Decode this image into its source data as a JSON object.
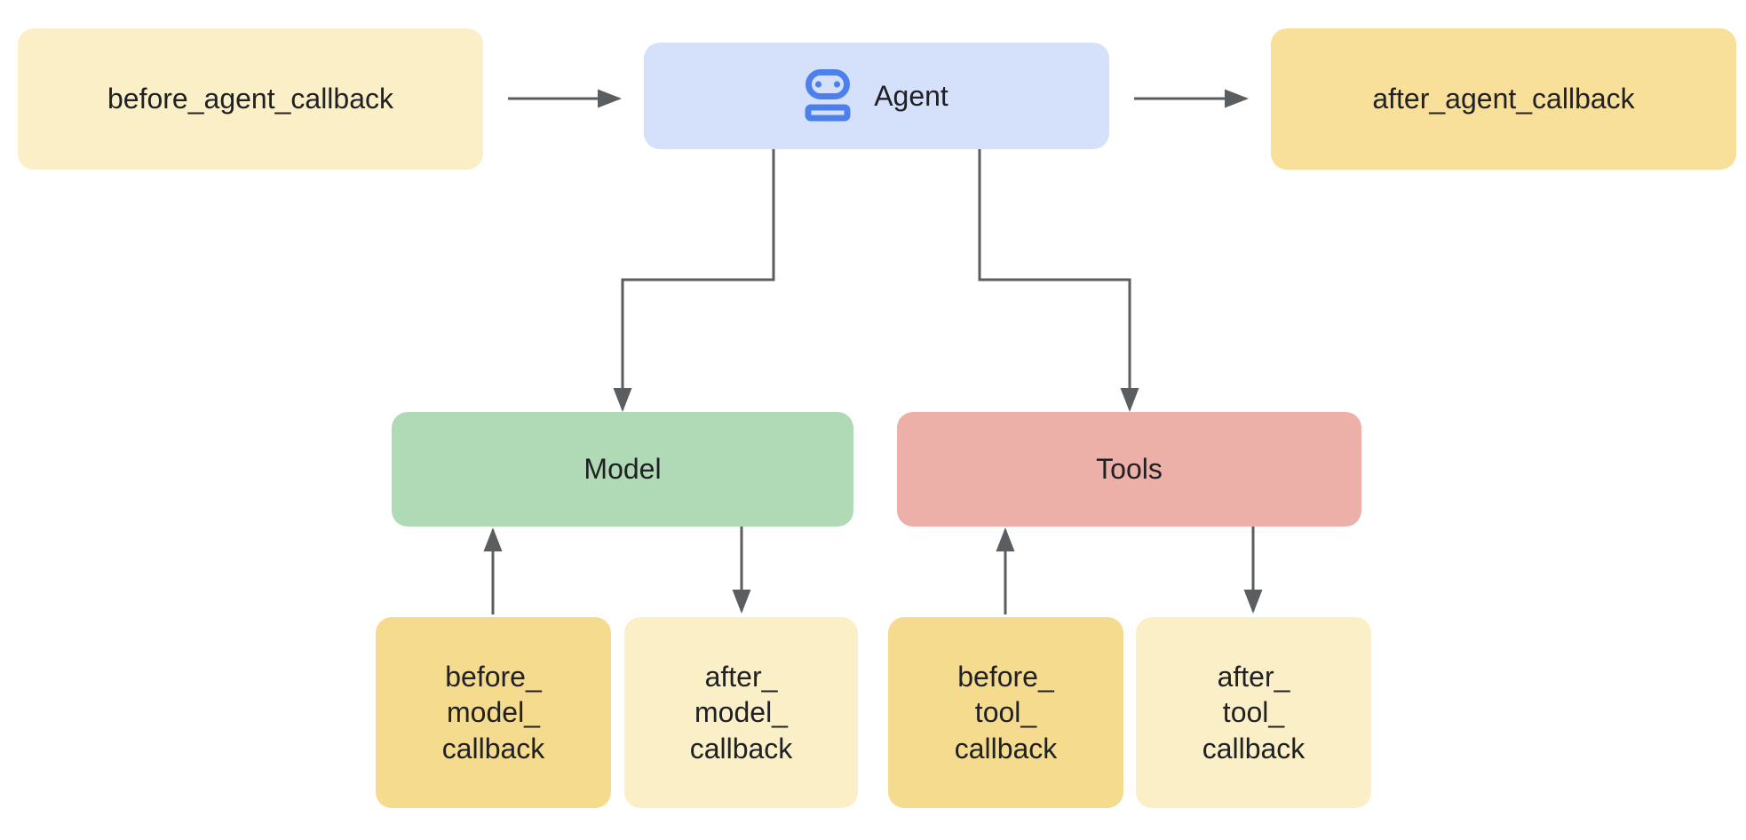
{
  "diagram": {
    "type": "flowchart",
    "background": "#FFFFFF",
    "nodes": [
      {
        "id": "before-agent-callback",
        "label": "before_agent_callback",
        "fill": "#FBEFC8"
      },
      {
        "id": "agent",
        "label": "Agent",
        "fill": "#D5E1FA",
        "icon": "robot-icon"
      },
      {
        "id": "after-agent-callback",
        "label": "after_agent_callback",
        "fill": "#F8E09A"
      },
      {
        "id": "model",
        "label": "Model",
        "fill": "#B0DAB6"
      },
      {
        "id": "tools",
        "label": "Tools",
        "fill": "#EDB0A8"
      },
      {
        "id": "before-model-callback",
        "label": "before_\nmodel_\ncallback",
        "fill": "#F5DB8E"
      },
      {
        "id": "after-model-callback",
        "label": "after_\nmodel_\ncallback",
        "fill": "#FBEFC8"
      },
      {
        "id": "before-tool-callback",
        "label": "before_\ntool_\ncallback",
        "fill": "#F5DB8E"
      },
      {
        "id": "after-tool-callback",
        "label": "after_\ntool_\ncallback",
        "fill": "#FBEFC8"
      }
    ],
    "edges": [
      {
        "from": "before-agent-callback",
        "to": "agent",
        "style": "straight-right"
      },
      {
        "from": "agent",
        "to": "after-agent-callback",
        "style": "straight-right"
      },
      {
        "from": "agent",
        "to": "model",
        "style": "elbow-down-left"
      },
      {
        "from": "agent",
        "to": "tools",
        "style": "elbow-down-right"
      },
      {
        "from": "before-model-callback",
        "to": "model",
        "style": "straight-up"
      },
      {
        "from": "model",
        "to": "after-model-callback",
        "style": "straight-down"
      },
      {
        "from": "before-tool-callback",
        "to": "tools",
        "style": "straight-up"
      },
      {
        "from": "tools",
        "to": "after-tool-callback",
        "style": "straight-down"
      }
    ],
    "colors": {
      "arrow": "#5B5E61",
      "text": "#202124",
      "robot_icon_blue": "#4E80EC"
    }
  }
}
